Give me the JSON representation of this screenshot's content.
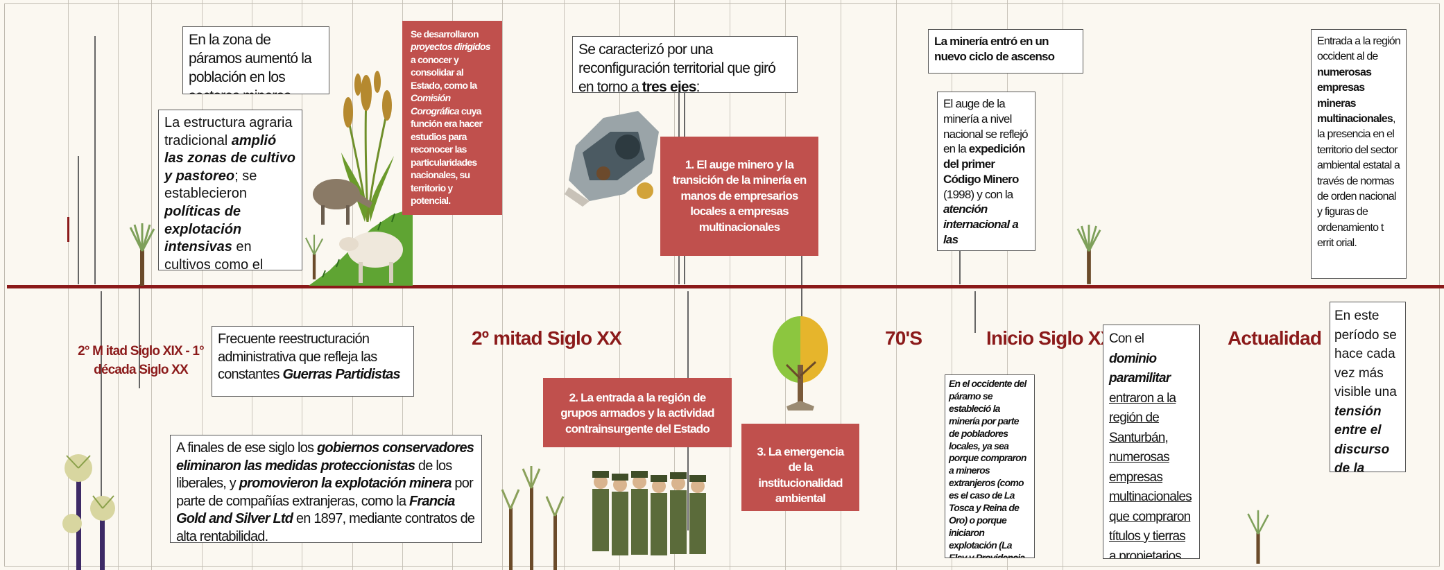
{
  "colors": {
    "axis": "#8b1a1a",
    "era_text": "#8b1a1a",
    "event_box": "#c0504d",
    "background": "#fbf8f1"
  },
  "eras": {
    "e1": "2° M itad Siglo XIX - 1° década Siglo XX",
    "e2": "2º mitad Siglo XX",
    "e3": "70'S",
    "e4": "Inicio Siglo XXI",
    "e5": "Actualidad"
  },
  "texts": {
    "t1": "En la zona de páramos aumentó la población en los sectores mineros.",
    "t2": {
      "a": "La estructura agraria tradicional ",
      "b": "amplió las zonas de cultivo y pastoreo",
      "c": "; se establecieron ",
      "d": "políticas de explotación intensivas",
      "e": " en cultivos como el algodón y el"
    },
    "t3": {
      "a": "Se desarrollaron ",
      "b": "proyectos dirigidos",
      "c": " a conocer y consolidar al Estado, como la ",
      "d": "Comisión Corográfica",
      "e": " cuya función era hacer estudios para reconocer las particularidades nacionales, su territorio y potencial."
    },
    "t4": {
      "a": "Se caracterizó por una reconfiguración territorial que giró en torno a ",
      "b": "tres ejes",
      "c": ":"
    },
    "t5": "1. El auge minero y la transición de la minería en manos de empresarios locales a empresas multinacionales",
    "t6": {
      "a": "La minería entró en un nuevo ",
      "b": "ciclo de ascenso"
    },
    "t7": {
      "a": "El auge de la minería a nivel nacional se reflejó en la ",
      "b": "expedición del primer Código Minero",
      "c": " (1998) y con la ",
      "d": "atención internacional a las"
    },
    "t8": {
      "a": "Entrada a la región occident al de ",
      "b": "numerosas empresas mineras multinacionales",
      "c": ", la presencia en el territorio del sector ambiental estatal a través de normas de orden nacional y figuras de ordenamiento t errit orial."
    },
    "t9": {
      "a": "Frecuente reestructuración administrativa que refleja las constantes ",
      "b": "Guerras Partidistas"
    },
    "t10": {
      "a": "A finales de ese siglo los ",
      "b": "gobiernos conservadores eliminaron las medidas proteccionistas",
      "c": " de los liberales, y ",
      "d": "promovieron la explotación minera",
      "e": " por parte de compañías extranjeras, como la ",
      "f": "Francia Gold and Silver Ltd",
      "g": " en 1897, mediante contratos de alta rentabilidad."
    },
    "t11": "2. La entrada a la región de grupos armados y la actividad contrainsurgente del Estado",
    "t12": "3. La emergencia de la institucionalidad ambiental",
    "t13": "En el occidente del páramo se estableció la minería por parte de pobladores locales, ya sea porque compraron a mineros extranjeros (como es el caso de La Tosca y Reina de Oro) o porque iniciaron explotación (La Elsy y Providencia",
    "t14": {
      "a": "Con el ",
      "b": "dominio paramilitar",
      "c": " entraron a la región de Santurbán",
      "d": ", ",
      "e": "numerosas empresas multinacionales que compraron títulos y tierras a propietarios locales",
      "f": "."
    },
    "t15": {
      "a": "En este período se hace cada vez más visible una ",
      "b": "tensión entre el discurso de la conservación y el desarrollo extractivo."
    }
  },
  "icons": {
    "wheat": "wheat-plant-icon",
    "animals": "grazing-animals-icon",
    "frailejon": "frailejon-plant-icon",
    "mining": "mining-machine-icon",
    "tree": "half-green-half-dry-tree-icon",
    "soldiers": "soldiers-group-icon"
  }
}
